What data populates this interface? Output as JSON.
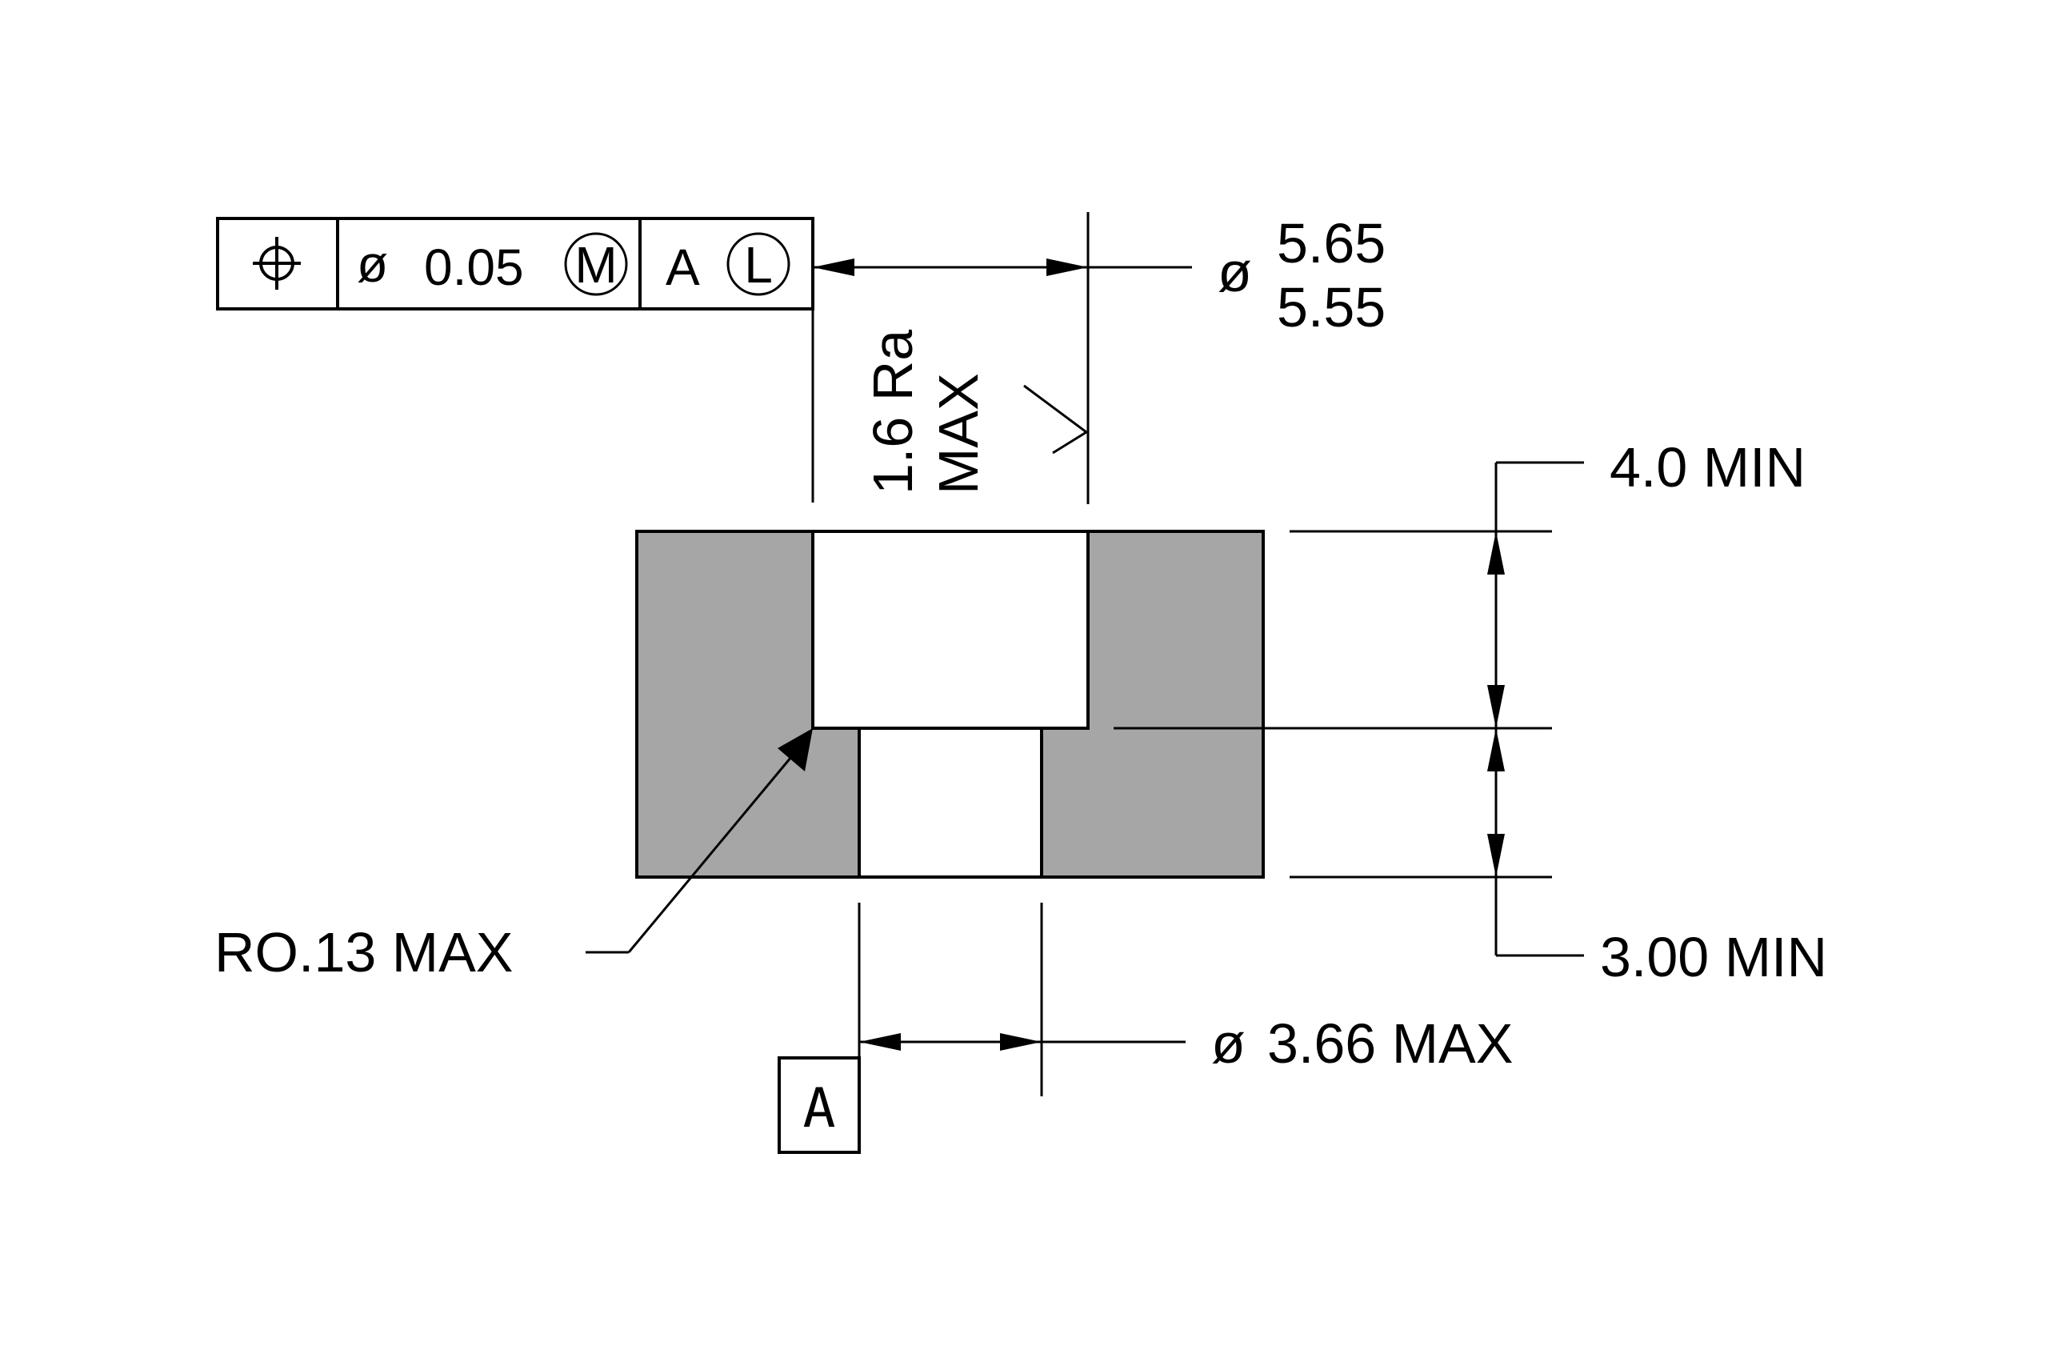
{
  "colors": {
    "section_fill": "#a6a6a6",
    "line": "#000000",
    "background": "#ffffff"
  },
  "feature_control_frame": {
    "symbol_icon": "position-symbol-icon",
    "diameter_symbol": "ø",
    "tolerance": "0.05",
    "tolerance_modifier": "M",
    "datum": "A",
    "datum_modifier": "L"
  },
  "dimensions": {
    "counterbore_diameter": {
      "symbol": "ø",
      "upper": "5.65",
      "lower": "5.55"
    },
    "surface_finish": {
      "line1": "1.6 Ra",
      "line2": "MAX"
    },
    "counterbore_depth": "4.0  MIN",
    "through_length": "3.00  MIN",
    "corner_radius": "RO.13  MAX",
    "hole_diameter": {
      "symbol": "ø",
      "value": "3.66  MAX"
    }
  },
  "datum_feature": {
    "label": "A"
  }
}
